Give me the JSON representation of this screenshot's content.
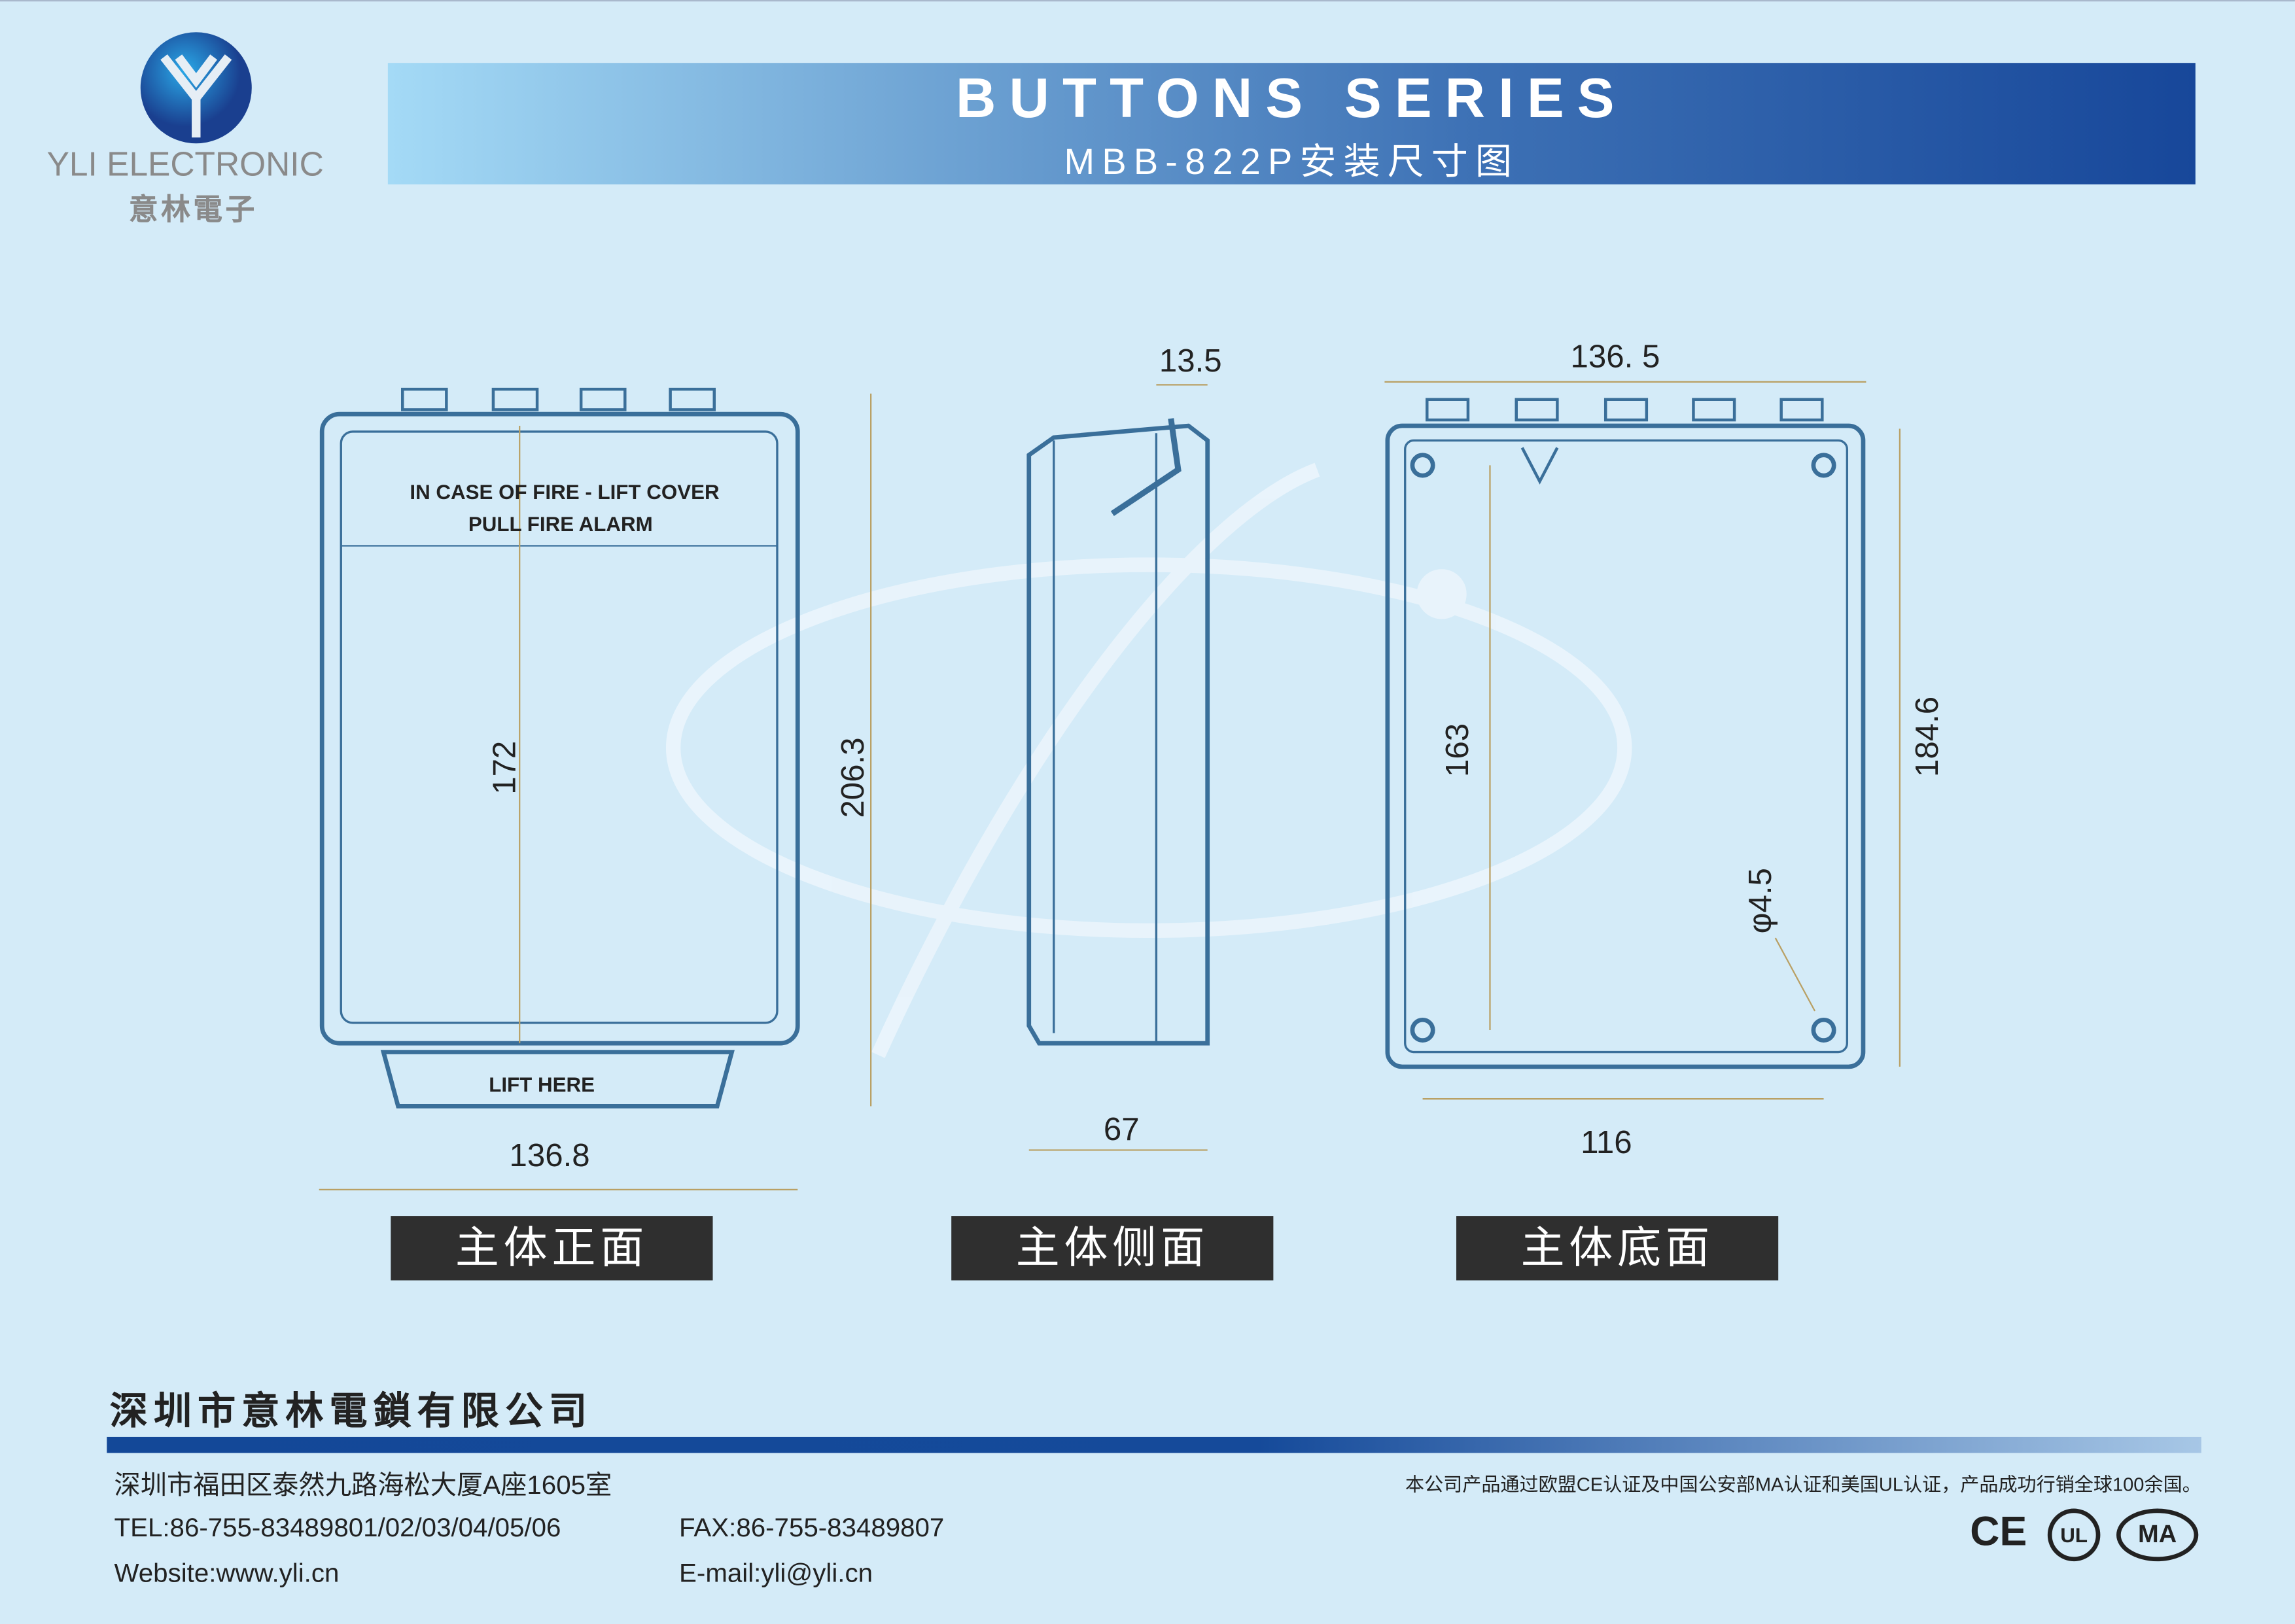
{
  "logo": {
    "brand": "YLI ELECTRONIC",
    "brand_cn": "意林電子"
  },
  "header": {
    "title": "BUTTONS SERIES",
    "subtitle": "MBB-822P安装尺寸图"
  },
  "views": {
    "front": {
      "label": "主体正面",
      "text_top1": "IN CASE OF FIRE - LIFT COVER",
      "text_top2": "PULL FIRE ALARM",
      "text_bottom": "LIFT HERE",
      "dim_width": "136.8",
      "dim_height": "206.3",
      "dim_inner": "172"
    },
    "side": {
      "label": "主体侧面",
      "dim_top": "13.5",
      "dim_width": "67"
    },
    "bottom": {
      "label": "主体底面",
      "dim_width": "136. 5",
      "dim_height": "184.6",
      "dim_inner_h": "163",
      "dim_inner_w": "116",
      "dim_hole": "φ4.5"
    }
  },
  "footer": {
    "company": "深圳市意林電鎖有限公司",
    "address": "深圳市福田区泰然九路海松大厦A座1605室",
    "tel": "TEL:86-755-83489801/02/03/04/05/06",
    "fax": "FAX:86-755-83489807",
    "website": "Website:www.yli.cn",
    "email": "E-mail:yli@yli.cn",
    "cert_note": "本公司产品通过欧盟CE认证及中国公安部MA认证和美国UL认证，产品成功行销全球100余国。",
    "certs": [
      "CE",
      "UL",
      "MA"
    ]
  },
  "colors": {
    "background": "#d4ebf8",
    "banner_dark": "#17479a",
    "outline": "#3a6f9a"
  }
}
